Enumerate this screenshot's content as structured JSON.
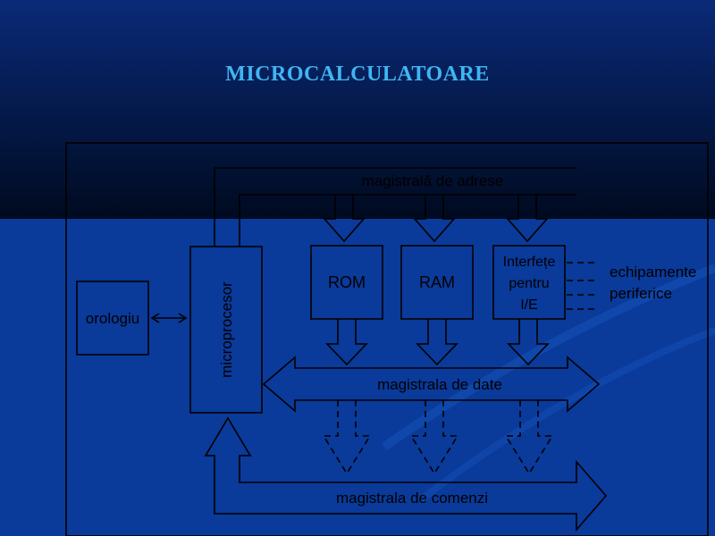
{
  "slide": {
    "title": "MICROCALCULATOARE"
  },
  "diagram": {
    "address_bus_label": "magistrală de adrese",
    "data_bus_label": "magistrala de date",
    "command_bus_label": "magistrala de comenzi",
    "clock_label": "orologiu",
    "cpu_label": "microprocesor",
    "rom_label": "ROM",
    "ram_label": "RAM",
    "io_label_lines": [
      "Interfețe",
      "pentru",
      "I/E"
    ],
    "peripherals_lines": [
      "echipamente",
      "periferice"
    ]
  },
  "colors": {
    "background": "#0a3a9a",
    "top_gradient_start": "#0a2a78",
    "top_gradient_end": "#000a20",
    "title": "#3fb6f2",
    "lines": "#000000"
  }
}
